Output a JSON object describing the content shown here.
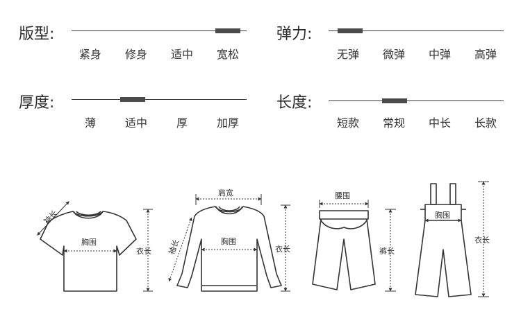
{
  "attributes": {
    "fit": {
      "label": "版型:",
      "options": [
        "紧身",
        "修身",
        "适中",
        "宽松"
      ],
      "selected_index": 3
    },
    "elasticity": {
      "label": "弹力:",
      "options": [
        "无弹",
        "微弹",
        "中弹",
        "高弹"
      ],
      "selected_index": 0
    },
    "thickness": {
      "label": "厚度:",
      "options": [
        "薄",
        "适中",
        "厚",
        "加厚"
      ],
      "selected_index": 1
    },
    "length": {
      "label": "长度:",
      "options": [
        "短款",
        "常规",
        "中长",
        "长款"
      ],
      "selected_index": 1
    }
  },
  "diagram_labels": {
    "tshirt_sleeve": "袖长",
    "tshirt_chest": "胸围",
    "tshirt_length": "衣长",
    "sweater_shoulder": "肩宽",
    "sweater_sleeve": "袖长",
    "sweater_chest": "胸围",
    "sweater_length": "衣长",
    "shorts_waist": "腰围",
    "shorts_length": "裤长",
    "overalls_chest": "胸围",
    "overalls_length": "衣长"
  }
}
